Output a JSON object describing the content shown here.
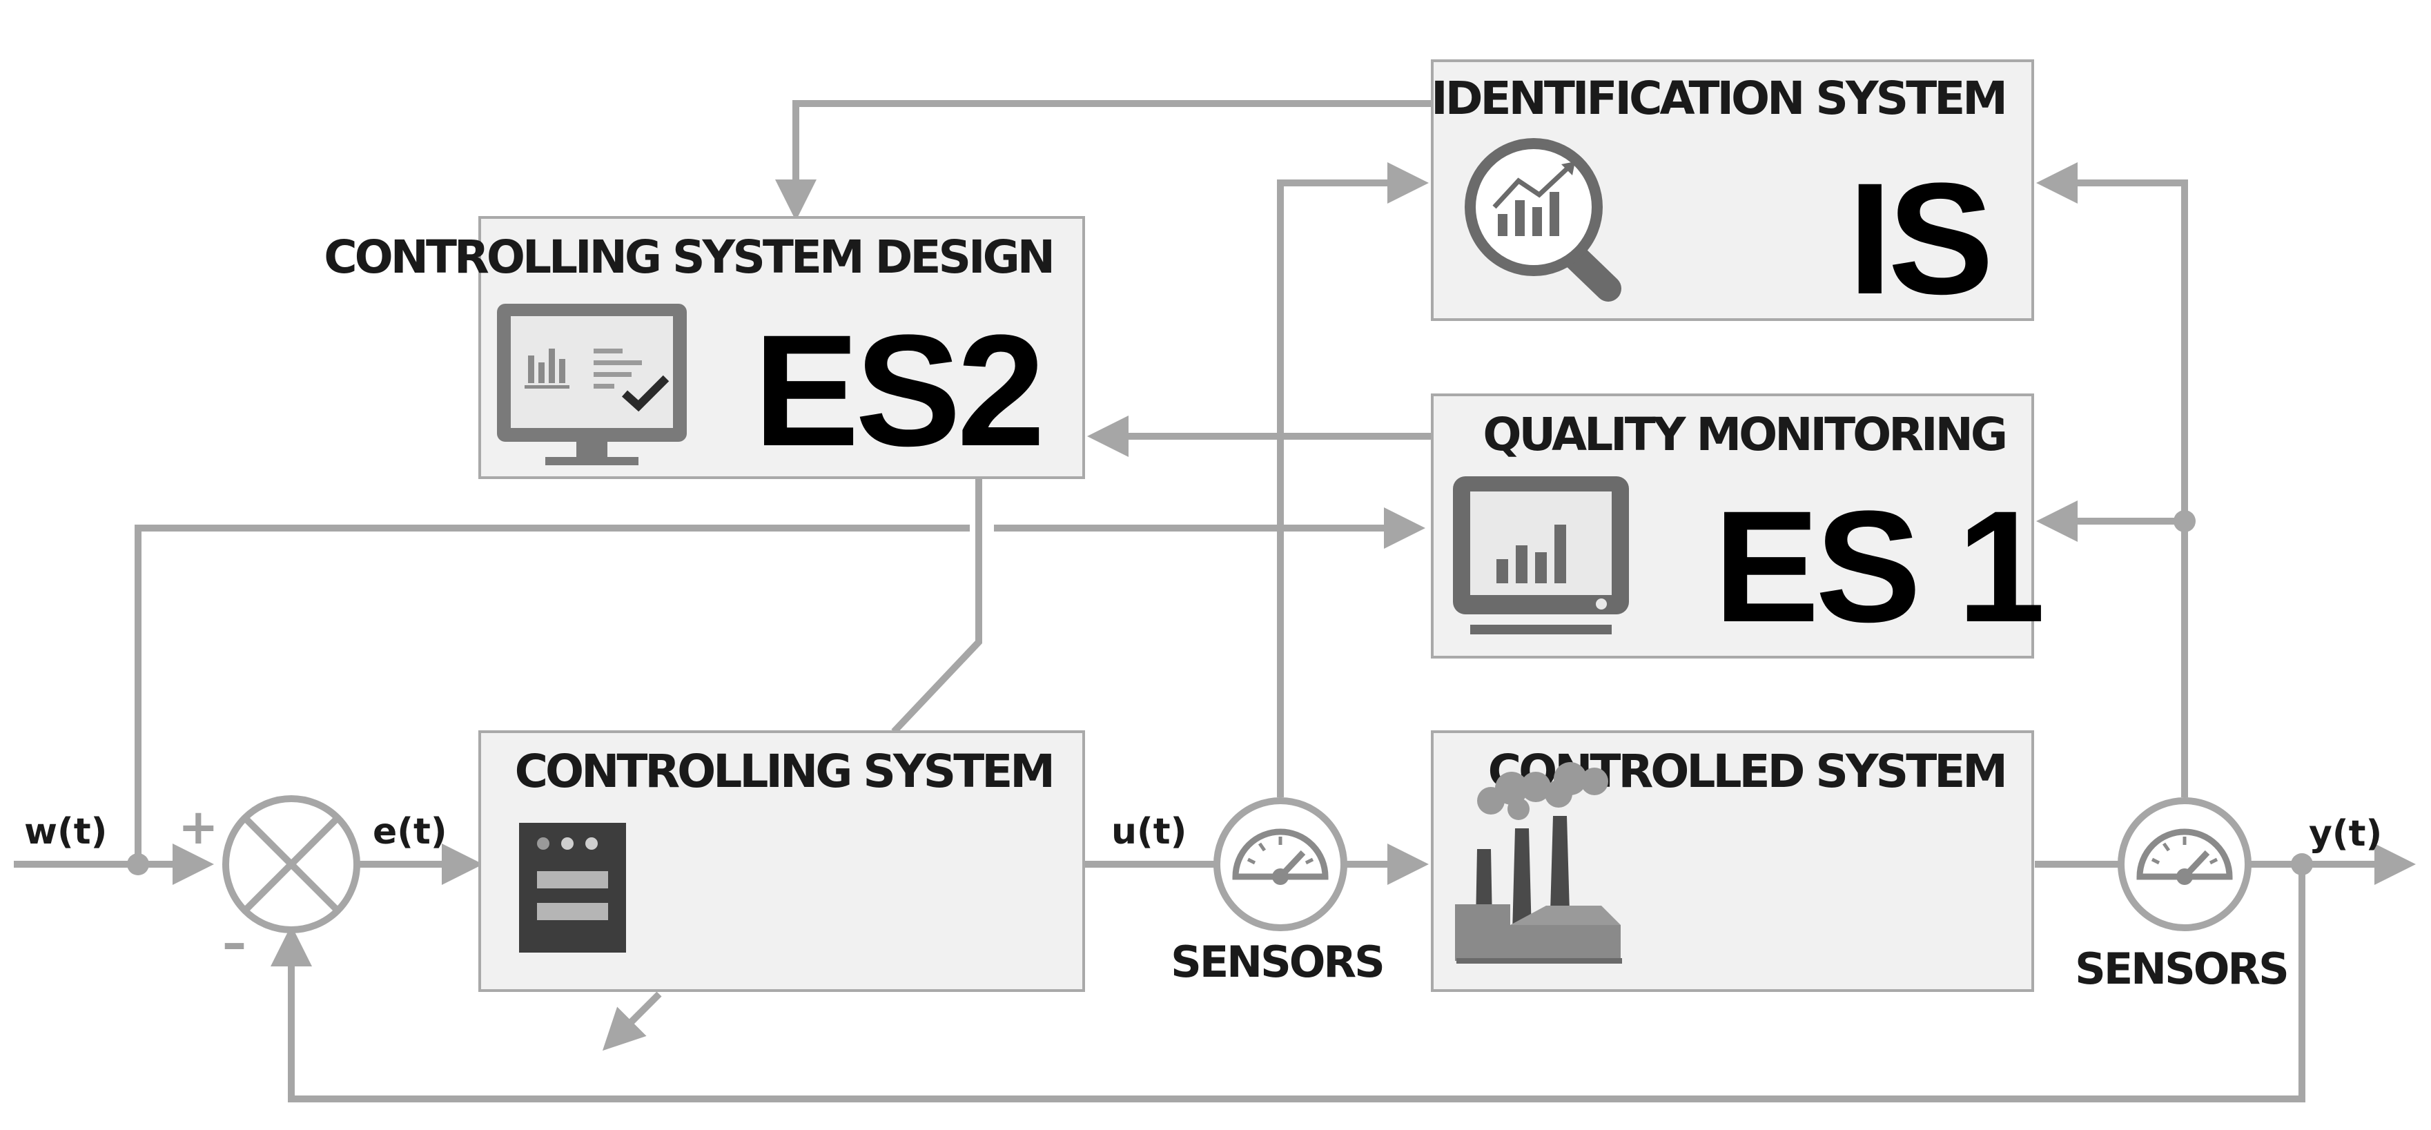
{
  "blocks": {
    "identification": {
      "title": "IDENTIFICATION SYSTEM",
      "code": "IS"
    },
    "design": {
      "title": "CONTROLLING SYSTEM DESIGN",
      "code": "ES2"
    },
    "quality": {
      "title": "QUALITY MONITORING",
      "code": "ES 1"
    },
    "controlling": {
      "title": "CONTROLLING SYSTEM"
    },
    "controlled": {
      "title": "CONTROLLED SYSTEM"
    }
  },
  "signals": {
    "w": "w(t)",
    "e": "e(t)",
    "u": "u(t)",
    "y": "y(t)"
  },
  "summing": {
    "plus": "+",
    "minus": "–"
  },
  "sensors": {
    "left": "SENSORS",
    "right": "SENSORS"
  },
  "icons": {
    "identification": "magnifier-chart-icon",
    "design": "monitor-checklist-icon",
    "quality": "monitor-bar-chart-icon",
    "controlling": "controller-device-icon",
    "controlled": "factory-icon",
    "sensor": "gauge-icon"
  }
}
